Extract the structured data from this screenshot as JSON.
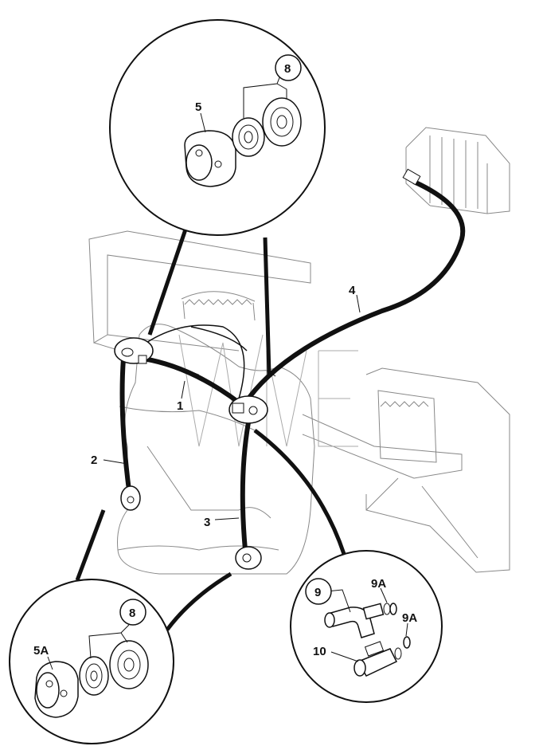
{
  "callouts": {
    "c1": "1",
    "c2": "2",
    "c3": "3",
    "c4": "4",
    "c5": "5",
    "c5a": "5A",
    "c8_top": "8",
    "c8_bottom": "8",
    "c9": "9",
    "c9a_1": "9A",
    "c9a_2": "9A",
    "c10": "10"
  }
}
